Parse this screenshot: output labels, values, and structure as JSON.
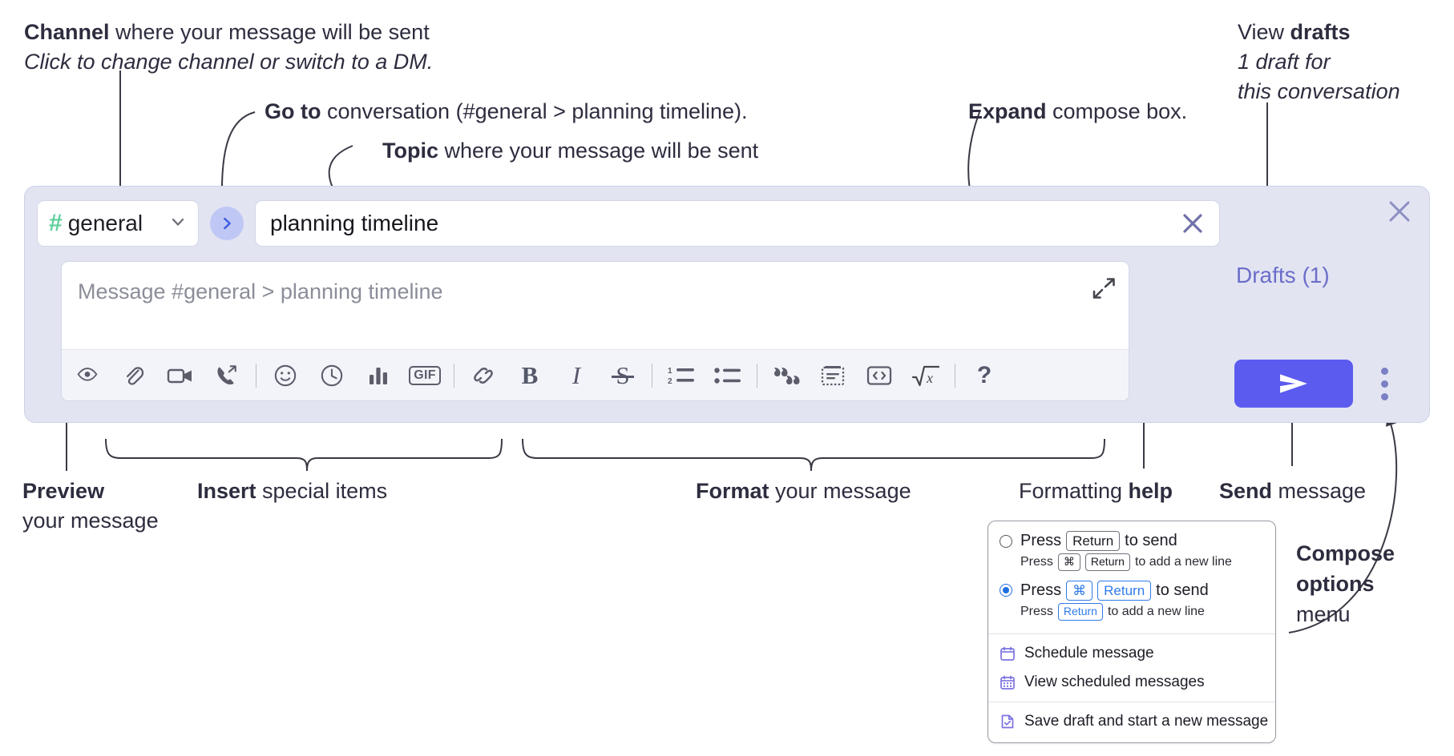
{
  "annotations": {
    "channel": {
      "title_bold": "Channel",
      "title_rest": " where your message will be sent",
      "subtitle": "Click to change channel or switch to a DM."
    },
    "goto": {
      "bold": "Go to",
      "rest": " conversation (#general > planning timeline)."
    },
    "topic": {
      "bold": "Topic",
      "rest": " where your message will be sent"
    },
    "expand": {
      "bold": "Expand",
      "rest": " compose box."
    },
    "drafts": {
      "line1_rest": "View ",
      "line1_bold": "drafts",
      "line2": "1 draft for",
      "line3": "this conversation"
    },
    "preview": {
      "line1_bold": "Preview",
      "line2": "your message"
    },
    "insert": {
      "bold": "Insert",
      "rest": " special items"
    },
    "format": {
      "bold": "Format",
      "rest": " your message"
    },
    "formatting_help": {
      "rest": "Formatting ",
      "bold": "help"
    },
    "send": {
      "bold": "Send",
      "rest": " message"
    },
    "compose_options": {
      "line1": "Compose",
      "line2": "options",
      "line3": "menu"
    }
  },
  "compose": {
    "channel_selector": {
      "hash": "#",
      "name": "general",
      "chevron_icon": "chevron-down-icon"
    },
    "goto_button_icon": "chevron-right-icon",
    "topic": {
      "value": "planning timeline",
      "clear_icon": "close-icon"
    },
    "close_icon": "close-icon",
    "message_input": {
      "placeholder": "Message #general > planning timeline",
      "value": ""
    },
    "expand_icon": "expand-icon",
    "drafts_label": "Drafts (1)",
    "send_button_icon": "send-paper-plane-icon",
    "kebab_icon": "more-vertical-icon",
    "toolbar": [
      {
        "name": "preview-icon",
        "label": "Preview"
      },
      {
        "name": "attachment-icon",
        "label": "Attach file"
      },
      {
        "name": "video-camera-icon",
        "label": "Video clip"
      },
      {
        "name": "phone-forward-icon",
        "label": "Audio clip"
      },
      {
        "name": "separator",
        "label": ""
      },
      {
        "name": "emoji-icon",
        "label": "Emoji"
      },
      {
        "name": "clock-icon",
        "label": "Reminder"
      },
      {
        "name": "poll-bars-icon",
        "label": "Poll"
      },
      {
        "name": "gif-icon",
        "label": "GIF"
      },
      {
        "name": "separator",
        "label": ""
      },
      {
        "name": "link-icon",
        "label": "Link"
      },
      {
        "name": "bold-icon",
        "label": "B"
      },
      {
        "name": "italic-icon",
        "label": "I"
      },
      {
        "name": "strikethrough-icon",
        "label": "S"
      },
      {
        "name": "separator",
        "label": ""
      },
      {
        "name": "ordered-list-icon",
        "label": "Ordered list"
      },
      {
        "name": "bulleted-list-icon",
        "label": "Bulleted list"
      },
      {
        "name": "separator",
        "label": ""
      },
      {
        "name": "blockquote-icon",
        "label": "Blockquote"
      },
      {
        "name": "code-block-icon",
        "label": "Code block"
      },
      {
        "name": "code-inline-icon",
        "label": "Code"
      },
      {
        "name": "math-icon",
        "label": "Math"
      },
      {
        "name": "separator",
        "label": ""
      },
      {
        "name": "help-icon",
        "label": "?"
      }
    ]
  },
  "popup": {
    "option_return": {
      "selected": false,
      "press": "Press",
      "key_return": "Return",
      "to_send": "to send",
      "sub_press": "Press",
      "sub_key_cmd": "⌘",
      "sub_key_return": "Return",
      "sub_tail": "to add a new line"
    },
    "option_cmd_return": {
      "selected": true,
      "press": "Press",
      "key_cmd": "⌘",
      "key_return": "Return",
      "to_send": "to send",
      "sub_press": "Press",
      "sub_key_return": "Return",
      "sub_tail": "to add a new line"
    },
    "items": [
      {
        "icon": "calendar-schedule-icon",
        "label": "Schedule message"
      },
      {
        "icon": "calendar-grid-icon",
        "label": "View scheduled messages"
      },
      {
        "icon": "save-draft-icon",
        "label": "Save draft and start a new message"
      }
    ]
  },
  "colors": {
    "compose_bg": "#e2e4f2",
    "accent_purple": "#5b5bef",
    "drafts_text": "#6b6ec9",
    "channel_hash_green": "#5ecf9a",
    "goto_circle": "#bfc7f5",
    "radio_blue": "#1f6fe0",
    "menu_icon_purple": "#7b72e0",
    "annotation_text": "#2d2d3f"
  }
}
